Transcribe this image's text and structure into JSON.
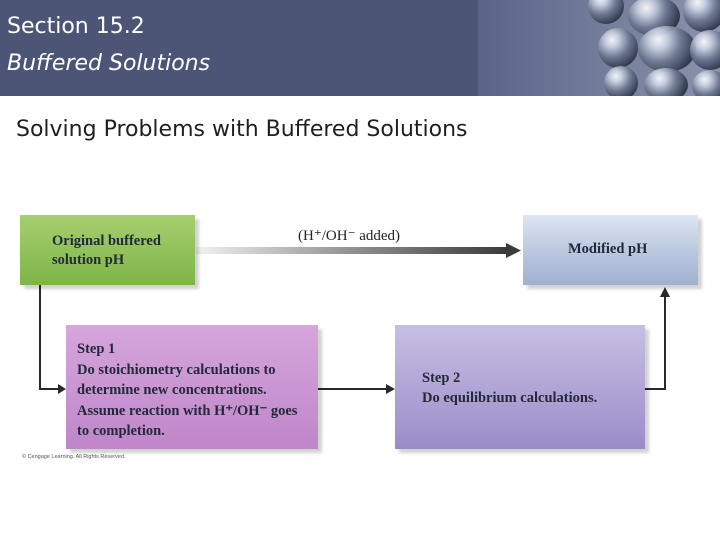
{
  "header": {
    "section_number": "Section 15.2",
    "section_name": "Buffered Solutions"
  },
  "slide": {
    "title": "Solving Problems with Buffered Solutions"
  },
  "diagram": {
    "original_box": "Original buffered\nsolution pH",
    "arrow_label": "(H⁺/OH⁻ added)",
    "modified_box": "Modified pH",
    "step1_box": "Step 1\nDo stoichiometry calculations to determine new concentrations.\nAssume reaction with H⁺/OH⁻ goes to completion.",
    "step2_box": "Step 2\nDo equilibrium calculations.",
    "copyright": "© Cengage Learning. All Rights Reserved."
  },
  "colors": {
    "banner": "#4d5577",
    "original_box": "#8fc056",
    "modified_box": "#b9c6df",
    "step1_box": "#c995d2",
    "step2_box": "#a89bd1"
  }
}
